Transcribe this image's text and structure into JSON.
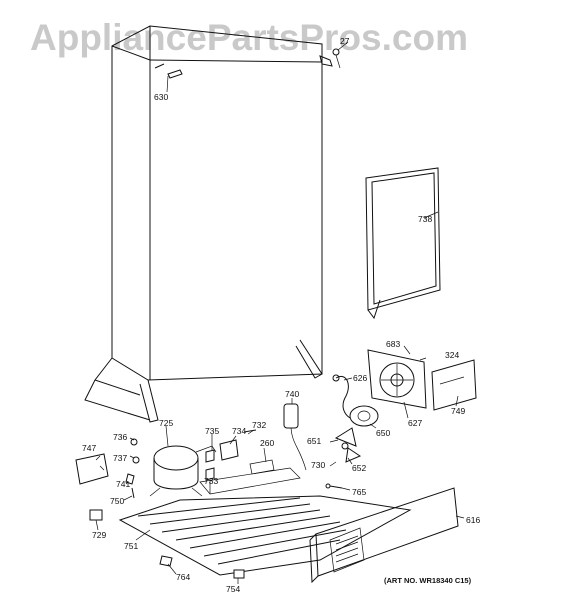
{
  "watermark": "AppliancePartsPros.com",
  "art_number": "(ART NO. WR18340 C15)",
  "callouts": {
    "c27": "27",
    "c630": "630",
    "c738": "738",
    "c683": "683",
    "c324": "324",
    "c626": "626",
    "c627": "627",
    "c749": "749",
    "c650": "650",
    "c651": "651",
    "c652": "652",
    "c730": "730",
    "c740": "740",
    "c765": "765",
    "c616": "616",
    "c725": "725",
    "c736": "736",
    "c737": "737",
    "c747": "747",
    "c741": "741",
    "c750": "750",
    "c729": "729",
    "c735": "735",
    "c734": "734",
    "c732": "732",
    "c260": "260",
    "c733": "733",
    "c751": "751",
    "c764": "764",
    "c754": "754"
  }
}
